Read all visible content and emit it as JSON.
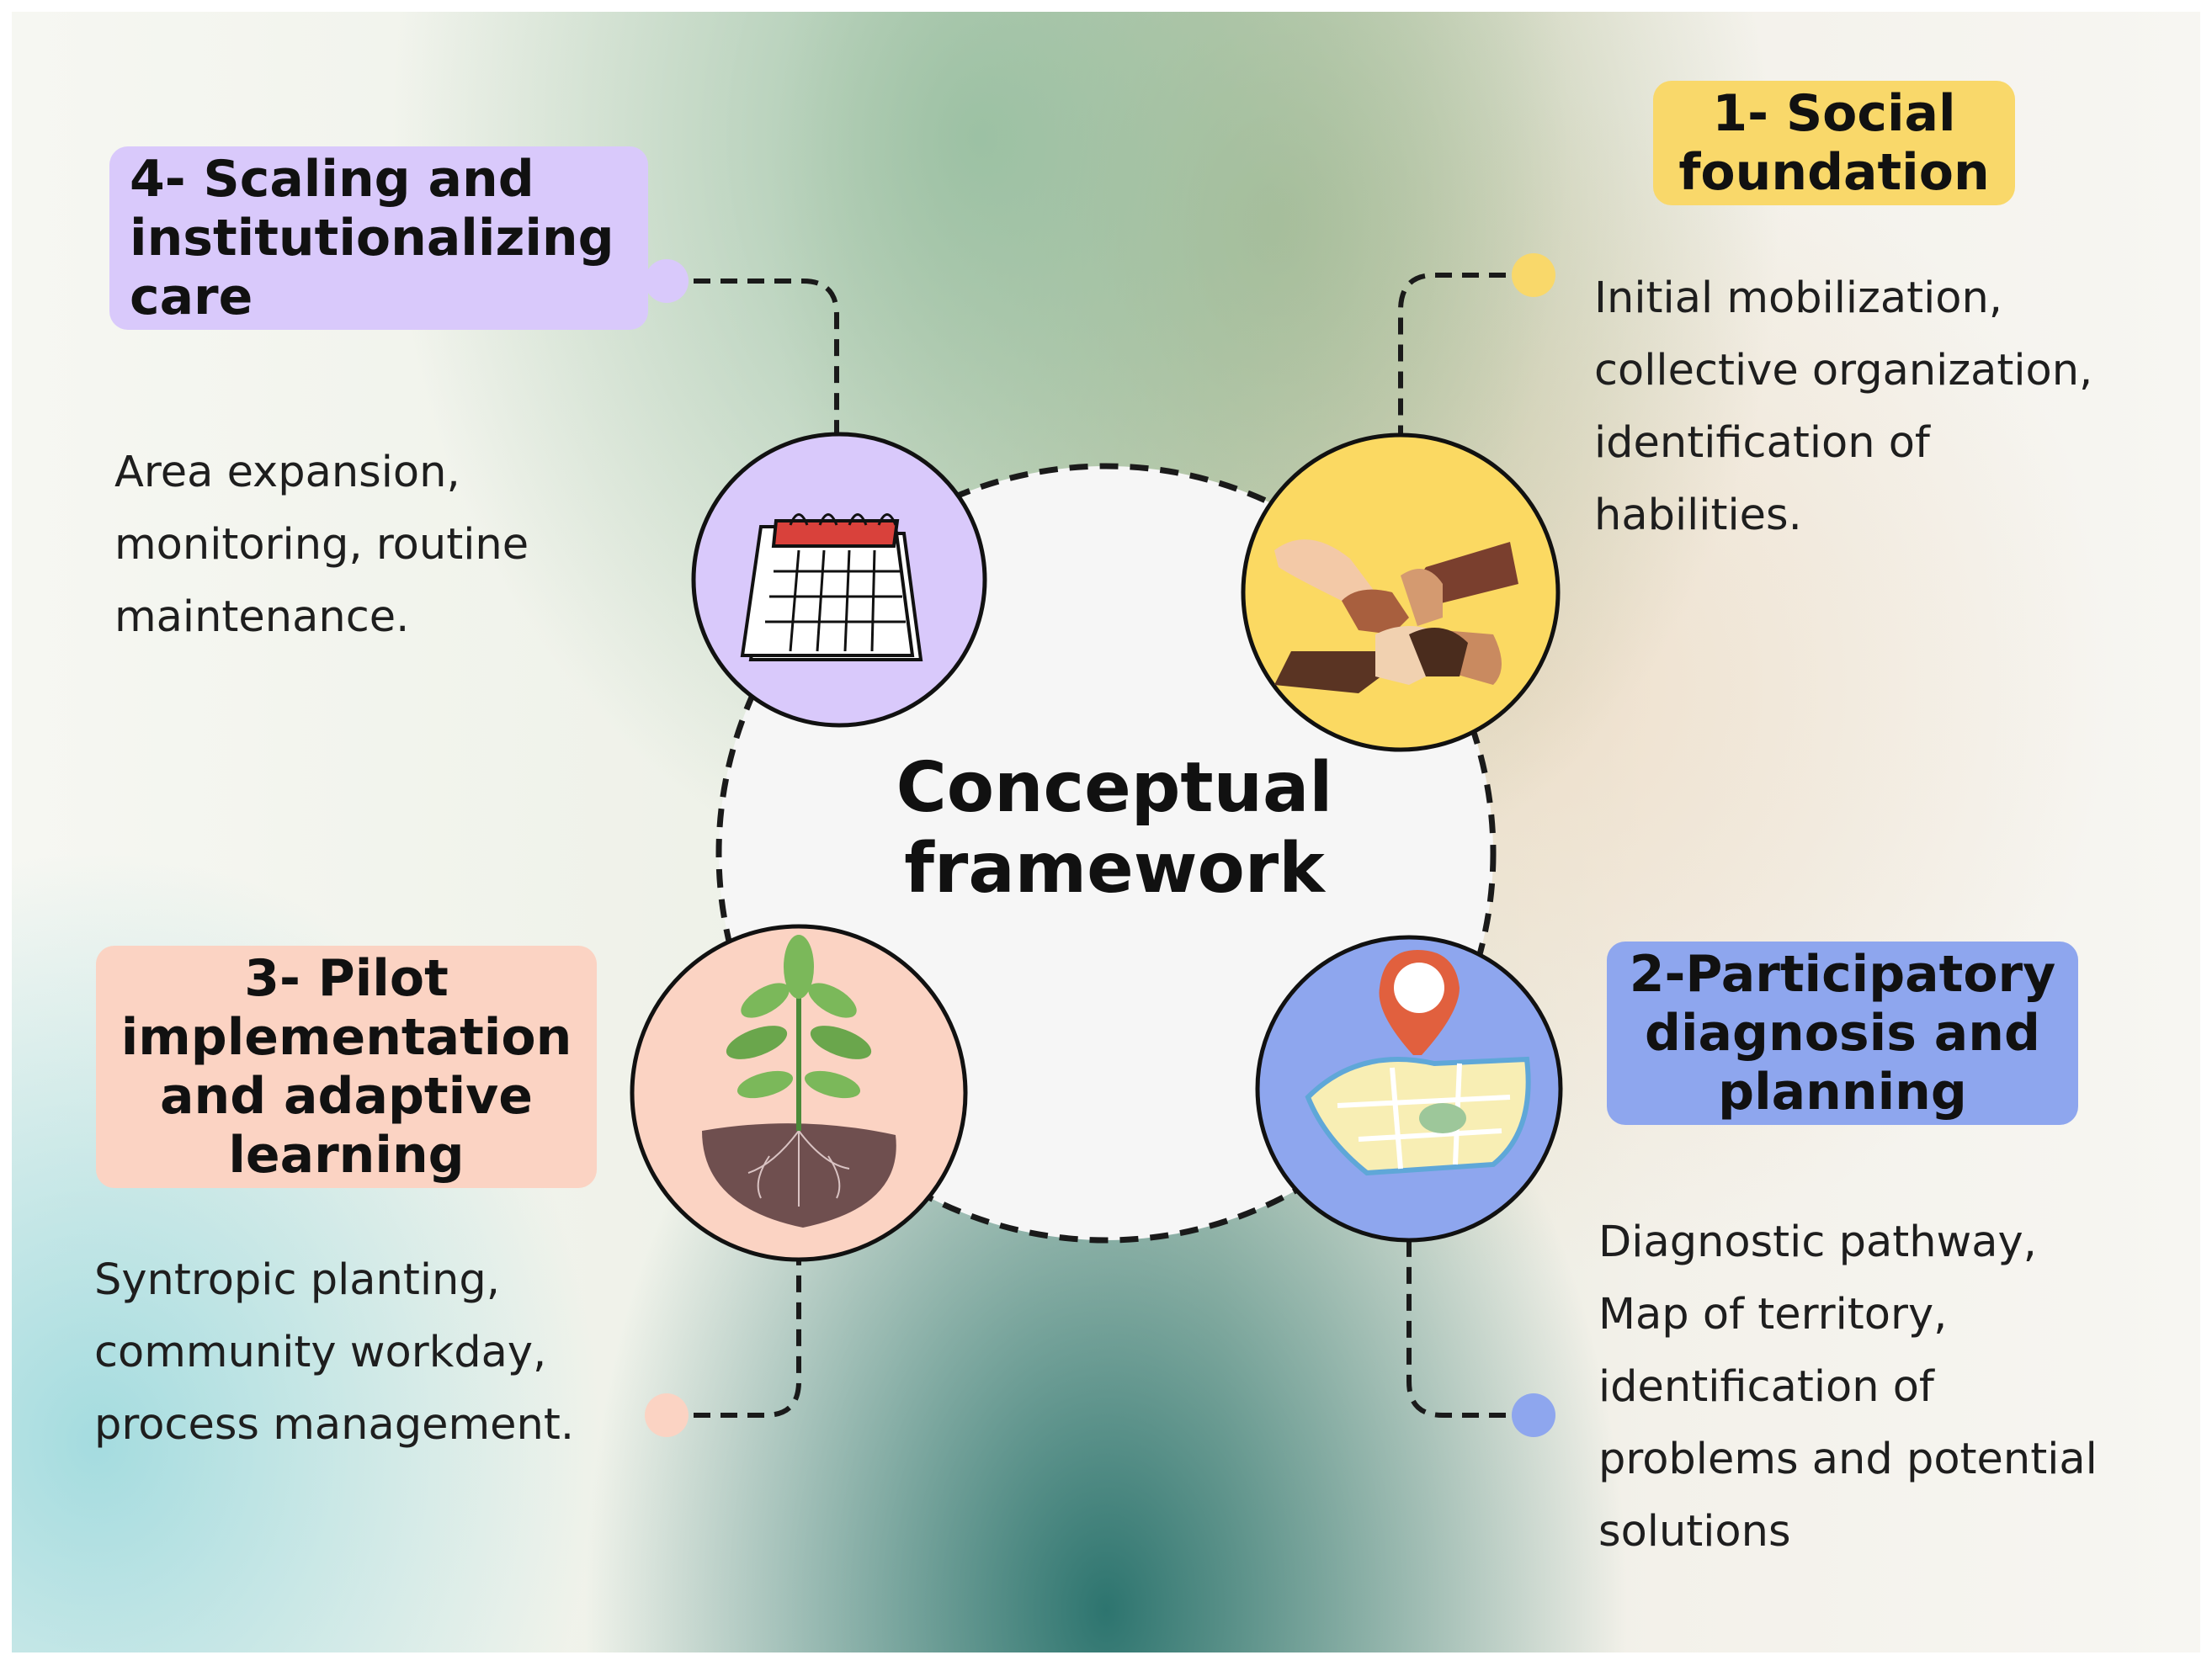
{
  "center": {
    "title": "Conceptual framework"
  },
  "stages": [
    {
      "label": "1- Social foundation",
      "description": "Initial mobilization, collective organization, identification of habilities.",
      "color": "#f9d86a",
      "icon": "joined-hands-icon"
    },
    {
      "label": "2-Participatory diagnosis and planning",
      "description": "Diagnostic pathway, Map of territory, identification of problems and potential solutions",
      "color": "#8ea6ee",
      "icon": "map-pin-icon"
    },
    {
      "label": "3- Pilot implementation and adaptive learning",
      "description": "Syntropic planting, community workday, process management.",
      "color": "#fbd3c3",
      "icon": "plant-roots-icon"
    },
    {
      "label": "4- Scaling and institutionalizing care",
      "description": "Area expansion, monitoring, routine maintenance.",
      "color": "#d9c9fb",
      "icon": "calendar-icon"
    }
  ]
}
